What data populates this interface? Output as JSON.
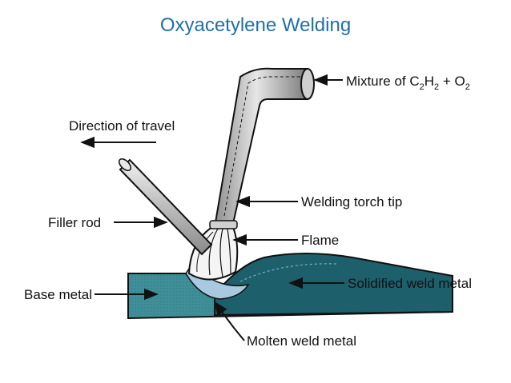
{
  "title": "Oxyacetylene Welding",
  "labels": {
    "mixture_prefix": "Mixture of C",
    "mixture_sub1": "2",
    "mixture_h": "H",
    "mixture_sub2": "2",
    "mixture_plus": " + O",
    "mixture_sub3": "2",
    "direction": "Direction of travel",
    "torch_tip": "Welding torch tip",
    "filler_rod": "Filler rod",
    "flame": "Flame",
    "base_metal": "Base metal",
    "solidified": "Solidified weld metal",
    "molten": "Molten weld metal"
  },
  "colors": {
    "title": "#1f6fa8",
    "base_metal": "#3f8f99",
    "solidified_weld": "#1d5f6a",
    "molten_weld": "#a9c9e0",
    "tube": "#bdbdbd",
    "rod": "#b8b8b8",
    "outline": "#111111"
  }
}
